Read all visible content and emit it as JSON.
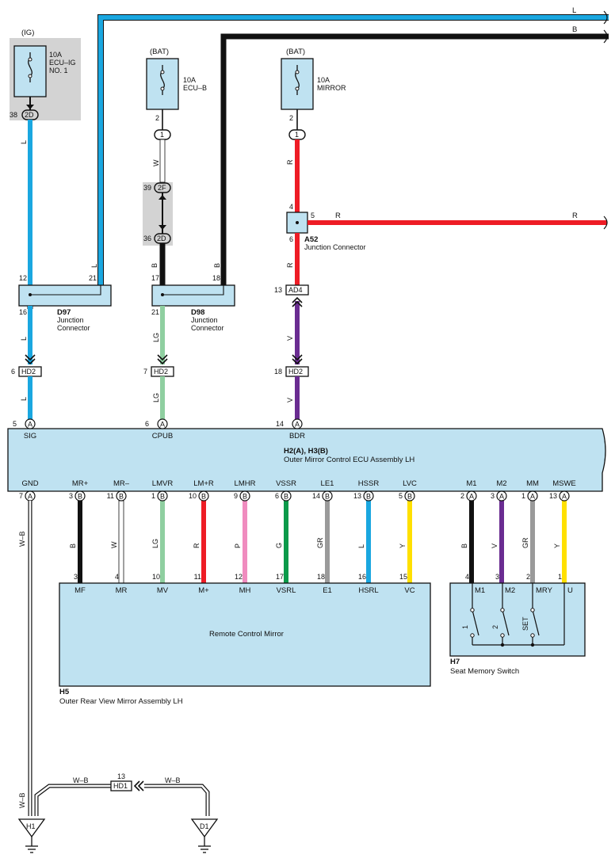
{
  "colors": {
    "L": "#1aa7e0",
    "B": "#111111",
    "R": "#ee1c25",
    "W": "#ffffff",
    "LG": "#8fcfa0",
    "V": "#6a2c91",
    "P": "#f08cbf",
    "G": "#0b9a4a",
    "GR": "#9a9a9a",
    "Y": "#ffe000",
    "WB": "#555555",
    "box": "#bfe2f1"
  },
  "sources": {
    "ig": "(IG)",
    "bat1": "(BAT)",
    "bat2": "(BAT)"
  },
  "fuses": {
    "ecu_ig": {
      "rating": "10A",
      "name1": "ECU–IG",
      "name2": "NO. 1"
    },
    "ecu_b": {
      "rating": "10A",
      "name1": "ECU–B"
    },
    "mirror": {
      "rating": "10A",
      "name1": "MIRROR"
    }
  },
  "top_wires": {
    "l": "L",
    "b": "B",
    "r": "R"
  },
  "col1": {
    "pin38": "38",
    "conn2d": "2D",
    "wire": "L",
    "pin12": "12",
    "pin21": "21",
    "wire21": "L",
    "pin16": "16",
    "wire16": "L",
    "pin6": "6",
    "hd2": "HD2",
    "wire_hd2": "L"
  },
  "col2": {
    "pin2": "2",
    "conn1": "1",
    "wire_w": "W",
    "pin39": "39",
    "conn2f": "2F",
    "pin36": "36",
    "conn2d": "2D",
    "wire_b": "B",
    "pin17": "17",
    "pin18": "18",
    "wire18": "B",
    "pin21": "21",
    "wire_lg": "LG",
    "pin7": "7",
    "hd2": "HD2",
    "wire_lg2": "LG"
  },
  "col3": {
    "pin2": "2",
    "conn1": "1",
    "wire_r": "R",
    "pin4": "4",
    "pin5": "5",
    "pin6": "6",
    "wire_r2": "R",
    "pin13": "13",
    "ad4": "AD4",
    "wire_v": "V",
    "pin18": "18",
    "hd2": "HD2",
    "wire_v2": "V"
  },
  "d97": {
    "code": "D97",
    "line1": "Junction",
    "line2": "Connector"
  },
  "d98": {
    "code": "D98",
    "line1": "Junction",
    "line2": "Connector"
  },
  "a52": {
    "code": "A52",
    "line1": "Junction Connector"
  },
  "ecu": {
    "code": "H2(A), H3(B)",
    "name": "Outer Mirror Control ECU Assembly LH",
    "top_pins": [
      {
        "num": "5",
        "conn": "A",
        "label": "SIG"
      },
      {
        "num": "6",
        "conn": "A",
        "label": "CPUB"
      },
      {
        "num": "14",
        "conn": "A",
        "label": "BDR"
      }
    ],
    "bottom_pins": [
      {
        "num": "7",
        "conn": "A",
        "label": "GND",
        "wire": "W–B"
      },
      {
        "num": "3",
        "conn": "B",
        "label": "MR+",
        "wire": "B"
      },
      {
        "num": "11",
        "conn": "B",
        "label": "MR–",
        "wire": "W"
      },
      {
        "num": "1",
        "conn": "B",
        "label": "LMVR",
        "wire": "LG"
      },
      {
        "num": "10",
        "conn": "B",
        "label": "LM+R",
        "wire": "R"
      },
      {
        "num": "9",
        "conn": "B",
        "label": "LMHR",
        "wire": "P"
      },
      {
        "num": "6",
        "conn": "B",
        "label": "VSSR",
        "wire": "G"
      },
      {
        "num": "14",
        "conn": "B",
        "label": "LE1",
        "wire": "GR"
      },
      {
        "num": "13",
        "conn": "B",
        "label": "HSSR",
        "wire": "L"
      },
      {
        "num": "5",
        "conn": "B",
        "label": "LVC",
        "wire": "Y"
      },
      {
        "num": "2",
        "conn": "A",
        "label": "M1",
        "wire": "B"
      },
      {
        "num": "3",
        "conn": "A",
        "label": "M2",
        "wire": "V"
      },
      {
        "num": "1",
        "conn": "A",
        "label": "MM",
        "wire": "GR"
      },
      {
        "num": "13",
        "conn": "A",
        "label": "MSWE",
        "wire": "Y"
      }
    ]
  },
  "mirror_assy": {
    "code": "H5",
    "name": "Outer Rear View Mirror Assembly LH",
    "inner": "Remote Control Mirror",
    "pins": [
      {
        "num": "3",
        "label": "MF"
      },
      {
        "num": "4",
        "label": "MR"
      },
      {
        "num": "10",
        "label": "MV"
      },
      {
        "num": "11",
        "label": "M+"
      },
      {
        "num": "12",
        "label": "MH"
      },
      {
        "num": "17",
        "label": "VSRL"
      },
      {
        "num": "18",
        "label": "E1"
      },
      {
        "num": "16",
        "label": "HSRL"
      },
      {
        "num": "15",
        "label": "VC"
      }
    ]
  },
  "seat_switch": {
    "code": "H7",
    "name": "Seat Memory Switch",
    "pins": [
      {
        "num": "4",
        "label": "M1"
      },
      {
        "num": "3",
        "label": "M2"
      },
      {
        "num": "2",
        "label": "MRY"
      },
      {
        "num": "1",
        "label": "U"
      }
    ],
    "switches": [
      "1",
      "2",
      "SET"
    ]
  },
  "ground": {
    "wire1": "W–B",
    "wire2": "W–B",
    "wire3": "W–B",
    "pin13": "13",
    "hd1": "HD1",
    "g1": "H1",
    "g2": "D1"
  }
}
